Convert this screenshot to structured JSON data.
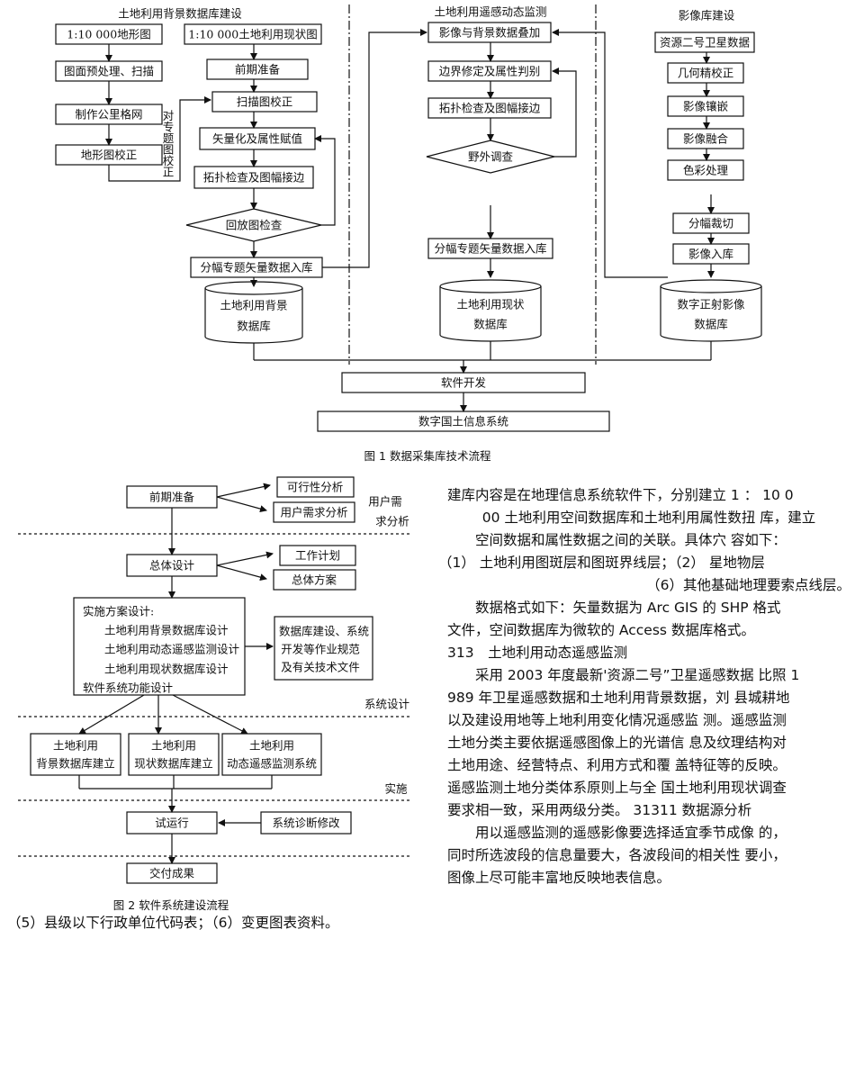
{
  "figure1": {
    "caption": "图 1 数据采集库技术流程",
    "col1": {
      "title": "土地利用背景数据库建设",
      "box_topomap": "1:10 000地形图",
      "box_preprocess": "图面预处理、扫描",
      "box_grid": "制作公里格网",
      "box_topo_correct": "地形图校正",
      "side_label": "对专题图校正",
      "box_status_map": "1:10 000土地利用现状图",
      "box_prep": "前期准备",
      "box_scan_correct": "扫描图校正",
      "box_vectorize": "矢量化及属性赋值",
      "box_topology": "拓扑检查及图幅接边",
      "diamond_playback": "回放图检查",
      "box_sheet_import": "分幅专题矢量数据入库",
      "db_line1": "土地利用背景",
      "db_line2": "数据库"
    },
    "col2": {
      "title": "土地利用遥感动态监测",
      "box_overlay": "影像与背景数据叠加",
      "box_boundary": "边界修定及属性判别",
      "box_topology": "拓扑检查及图幅接边",
      "diamond_field": "野外调查",
      "box_sheet_import": "分幅专题矢量数据入库",
      "db_line1": "土地利用现状",
      "db_line2": "数据库"
    },
    "col3": {
      "title": "影像库建设",
      "box_satellite": "资源二号卫星数据",
      "box_geometric": "几何精校正",
      "box_mosaic": "影像镶嵌",
      "box_fusion": "影像融合",
      "box_color": "色彩处理",
      "box_cut": "分幅裁切",
      "box_import": "影像入库",
      "db_line1": "数字正射影像",
      "db_line2": "数据库"
    },
    "box_software": "软件开发",
    "box_system": "数字国土信息系统"
  },
  "figure2": {
    "caption": "图 2 软件系统建设流程",
    "box_prep": "前期准备",
    "box_feasibility": "可行性分析",
    "box_user_req": "用户需求分析",
    "label_user_req_1": "用户需",
    "label_user_req_2": "求分析",
    "box_overall": "总体设计",
    "box_work_plan": "工作计划",
    "box_overall_plan": "总体方案",
    "impl_lines": [
      "实施方案设计:",
      "土地利用背景数据库设计",
      "土地利用动态遥感监测设计",
      "土地利用现状数据库设计",
      "软件系统功能设计"
    ],
    "spec_lines": [
      "数据库建设、系统",
      "开发等作业规范",
      "及有关技术文件"
    ],
    "label_system_design": "系统设计",
    "box_bg_db": [
      "土地利用",
      "背景数据库建立"
    ],
    "box_status_db": [
      "土地利用",
      "现状数据库建立"
    ],
    "box_monitor": [
      "土地利用",
      "动态遥感监测系统"
    ],
    "label_impl": "实施",
    "box_trial": "试运行",
    "box_diagnose": "系统诊断修改",
    "box_delivery": "交付成果"
  },
  "left_text": "（5）县级以下行政单位代码表；（6）变更图表资料。",
  "right_text": {
    "lines": [
      "建库内容是在地理信息系统软件下，分别建立 1 ： 10 0",
      "00 土地利用空间数据库和土地利用属性数扭 库，建立",
      "空间数据和属性数据之间的关联。具体穴 容如下：",
      "（1） 土地利用图斑层和图斑界线层；（2） 星地物层",
      "（6）其他基础地理要索点线层。",
      "数据格式如下：矢量数据为 Arc GIS 的 SHP 格式",
      "文件，空间数据库为微软的 Access 数据库格式。",
      "313　土地利用动态遥感监测",
      "采用 2003 年度最新'资源二号”卫星遥感数据 比照 1",
      "989 年卫星遥感数据和土地利用背景数据，刘 县城耕地",
      "以及建设用地等上地利用变化情况遥感监 测。遥感监测",
      "土地分类主要依据遥感图像上的光谱信 息及纹理结构对",
      "土地用途、经营特点、利用方式和覆 盖特征等的反映。",
      "遥感监测土地分类体系原则上与全 国土地利用现状调查",
      "要求相一致，采用两级分类。 31311 数据源分析",
      "用以遥感监测的遥感影像要选择适宜季节成像 的，",
      "同时所选波段的信息量要大，各波段间的相关性 要小，",
      "图像上尽可能丰富地反映地表信息。"
    ]
  }
}
